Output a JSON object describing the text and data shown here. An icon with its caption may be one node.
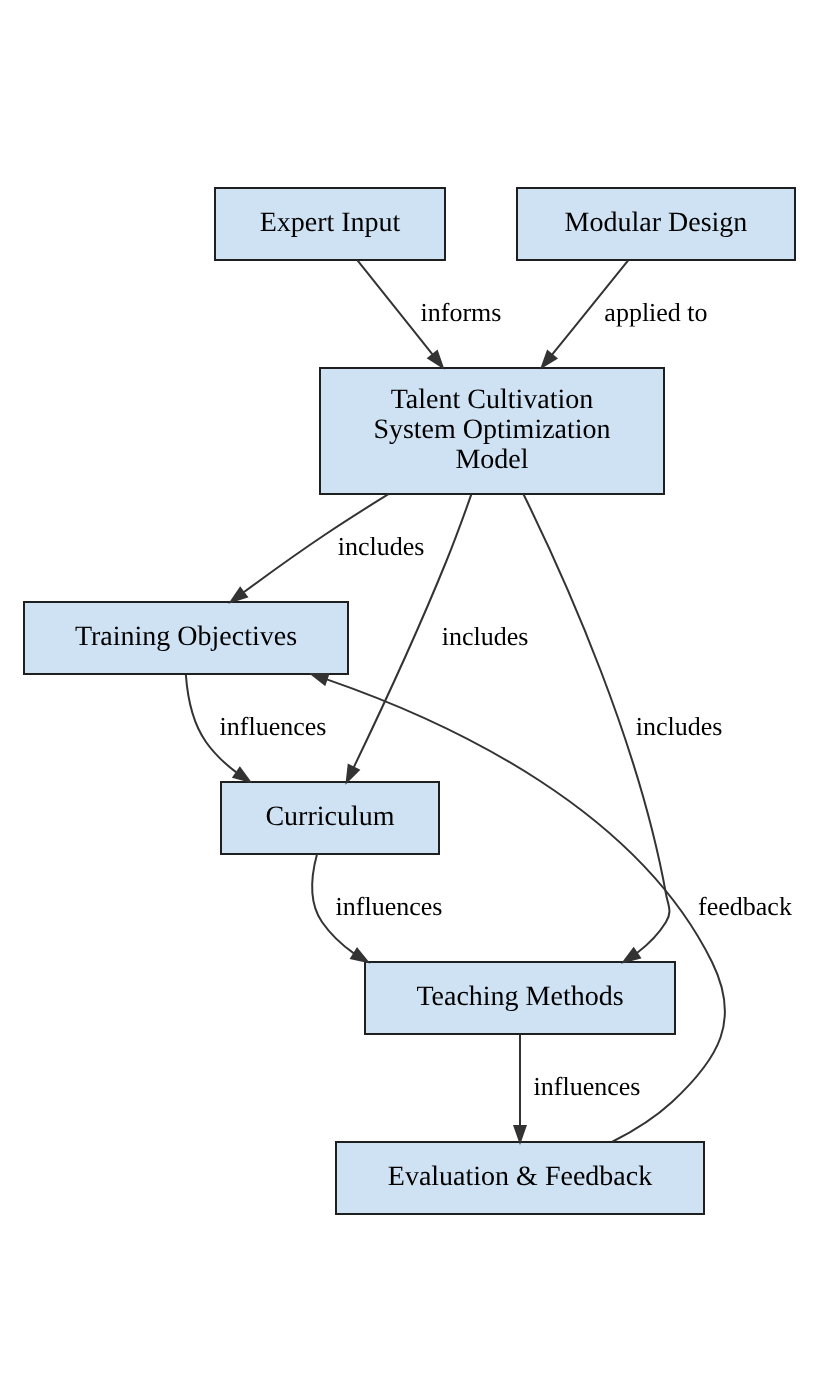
{
  "diagram": {
    "nodes": [
      {
        "text": [
          "Expert Input"
        ]
      },
      {
        "text": [
          "Modular Design"
        ]
      },
      {
        "text": [
          "Talent Cultivation System Optimization Model"
        ]
      },
      {
        "text": [
          "Training Objectives"
        ]
      },
      {
        "text": [
          "Curriculum"
        ]
      },
      {
        "text": [
          "Teaching Methods"
        ]
      },
      {
        "text": [
          "Evaluation & Feedback"
        ]
      }
    ],
    "edges": [
      {
        "from": 0,
        "to": 2,
        "arrow": "to",
        "label": "informs"
      },
      {
        "from": 1,
        "to": 2,
        "arrow": "to",
        "label": "applied to"
      },
      {
        "from": 2,
        "to": 3,
        "arrow": "to",
        "label": "includes"
      },
      {
        "from": 2,
        "to": 4,
        "arrow": "to",
        "label": "includes"
      },
      {
        "from": 2,
        "to": 5,
        "arrow": "to",
        "label": "includes"
      },
      {
        "from": 3,
        "to": 4,
        "arrow": "to",
        "label": "influences"
      },
      {
        "from": 4,
        "to": 5,
        "arrow": "to",
        "label": "influences"
      },
      {
        "from": 5,
        "to": 6,
        "arrow": "to",
        "label": "influences"
      },
      {
        "from": 6,
        "to": 3,
        "arrow": "to",
        "label": "feedback"
      }
    ]
  }
}
